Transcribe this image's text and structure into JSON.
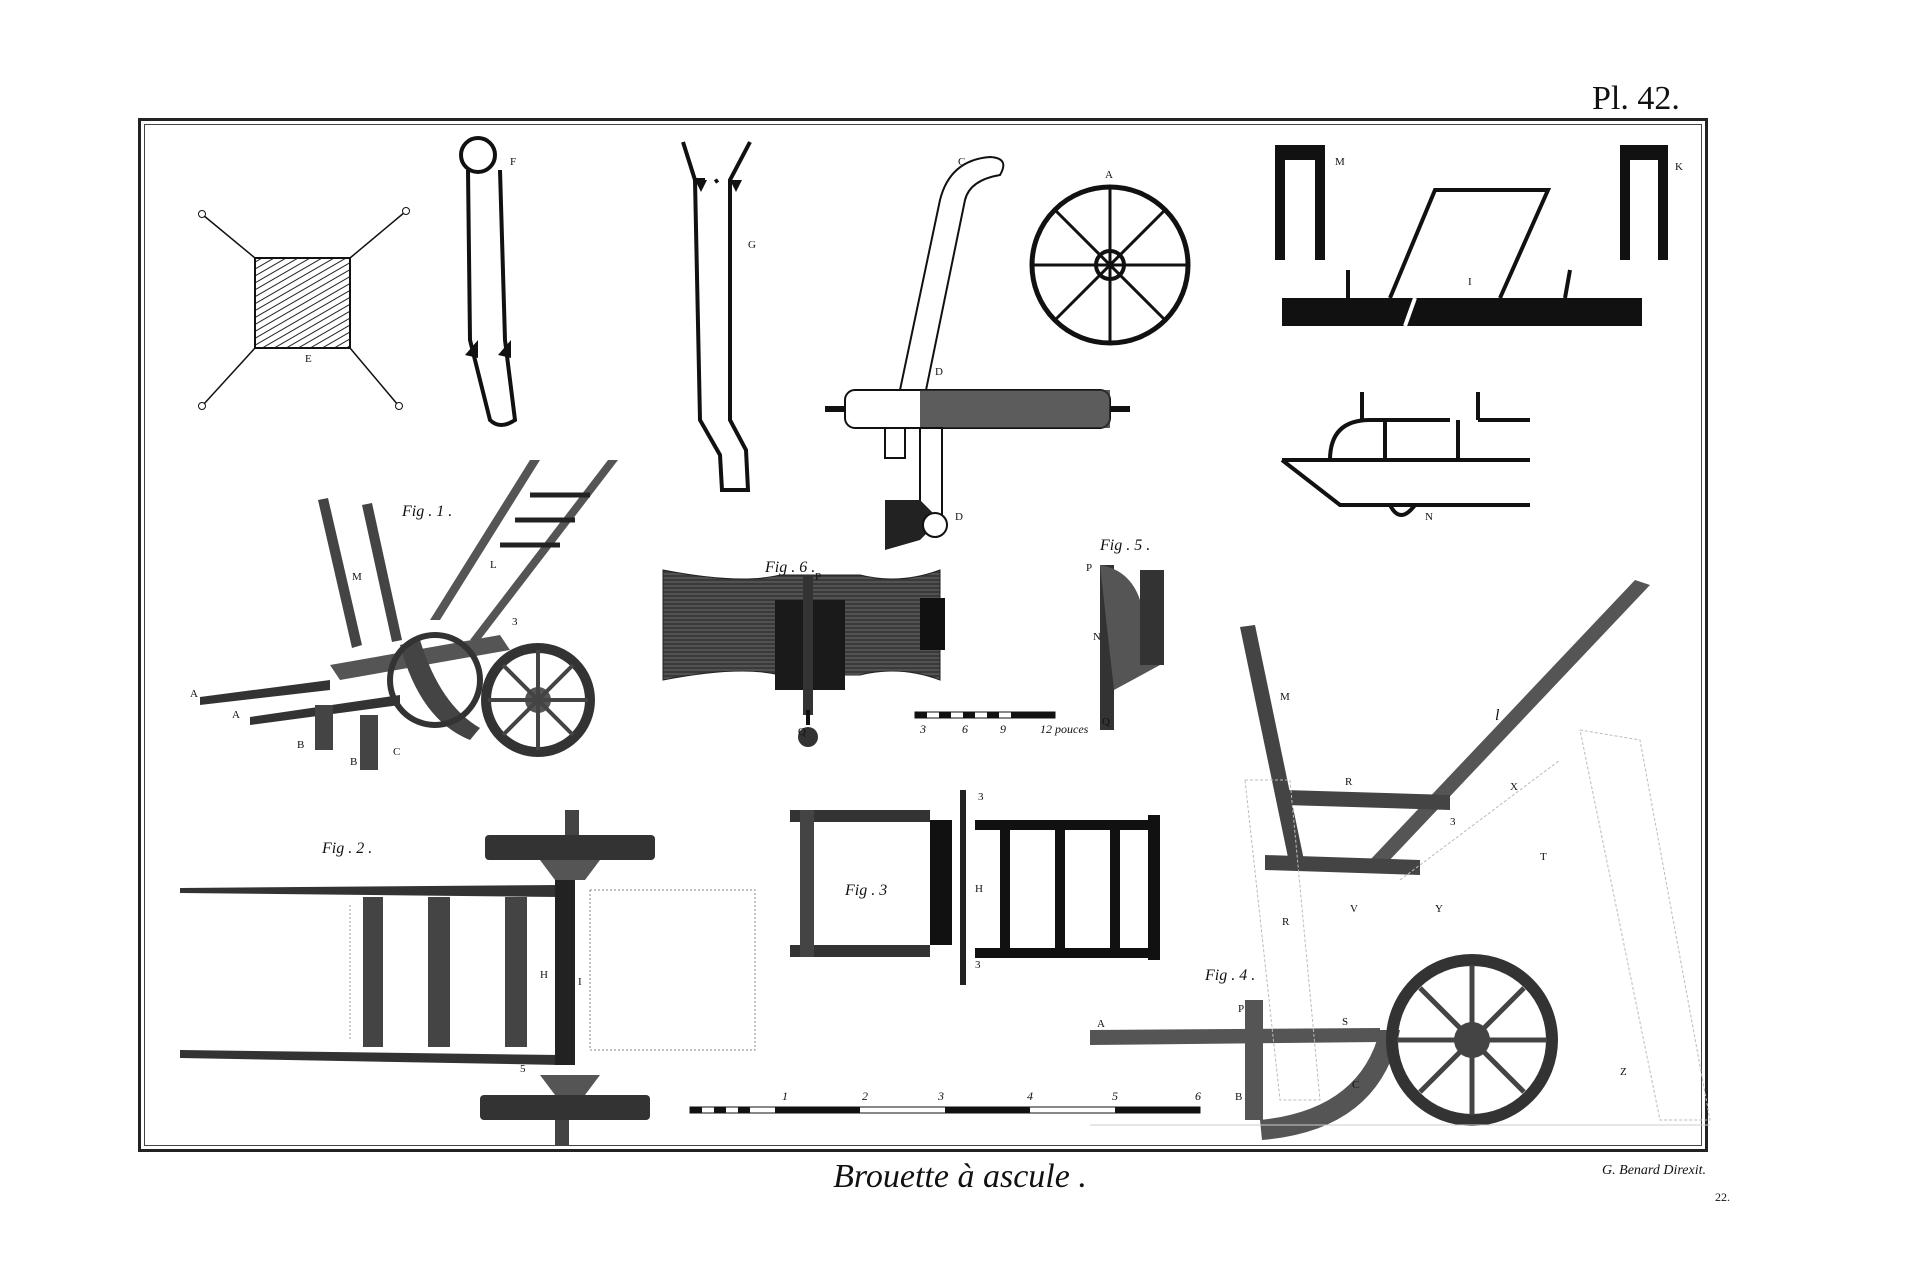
{
  "plate": {
    "number": "Pl. 42.",
    "title": "Brouette à ascule .",
    "credit": "G. Benard Direxit.",
    "page": "22."
  },
  "figures": {
    "fig1": "Fig . 1 .",
    "fig2": "Fig . 2 .",
    "fig3": "Fig . 3",
    "fig4": "Fig . 4 .",
    "fig5": "Fig . 5 .",
    "fig6": "Fig . 6 ."
  },
  "scales": {
    "small": [
      "3",
      "6",
      "9",
      "12 pouces"
    ],
    "large": [
      "1",
      "2",
      "3",
      "4",
      "5",
      "6"
    ]
  },
  "labels": {
    "E": "E",
    "F": "F",
    "G": "G",
    "C": "C",
    "A": "A",
    "D": "D",
    "M": "M",
    "K": "K",
    "I": "I",
    "N": "N",
    "L": "L",
    "B": "B",
    "P": "P",
    "Q": "Q",
    "H": "H",
    "R": "R",
    "S": "S",
    "T": "T",
    "V": "V",
    "X": "X",
    "Y": "Y",
    "Z": "Z",
    "l": "l",
    "n3": "3",
    "n5": "5"
  }
}
